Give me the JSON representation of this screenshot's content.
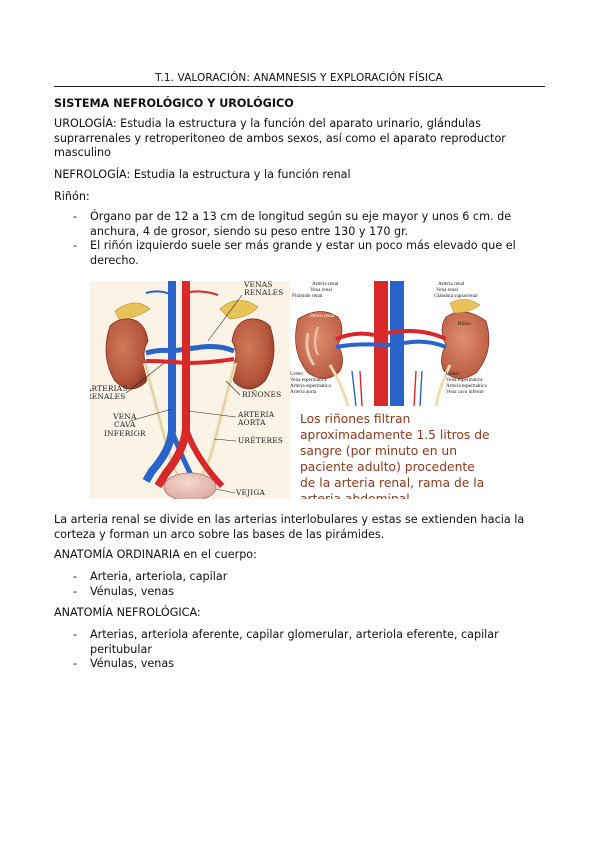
{
  "header": {
    "title": "T.1. VALORACIÓN: ANAMNESIS Y EXPLORACIÓN FÍSICA"
  },
  "section_title": "SISTEMA NEFROLÓGICO Y UROLÓGICO",
  "urologia": {
    "line1": "UROLOGÍA: Estudia la estructura y la función del aparato urinario, glándulas",
    "line2": "suprarrenales y retroperitoneo de ambos sexos, así como el aparato reproductor",
    "line3": "masculino"
  },
  "nefrologia": "NEFROLOGÍA: Estudia la estructura y la función renal",
  "rinon_label": "Riñón:",
  "rinon_items": [
    {
      "line1": "Órgano par de 12 a 13 cm de longitud según su eje mayor y unos 6 cm. de",
      "line2": "anchura, 4 de grosor, siendo su peso entre 130 y 170 gr."
    },
    {
      "line1": "El riñón izquierdo suele ser más grande y estar un poco más elevado que el",
      "line2": "derecho."
    }
  ],
  "figure_left": {
    "labels": {
      "venas_renales_1": "VENAS",
      "venas_renales_2": "RENALES",
      "arterias_renales_1": "ARTERIAS",
      "arterias_renales_2": "RENALES",
      "rinones": "RIÑONES",
      "vena_cava_1": "VENA",
      "vena_cava_2": "CAVA",
      "vena_cava_3": "INFERIOR",
      "arteria_aorta_1": "ARTERIA",
      "arteria_aorta_2": "AORTA",
      "ureteres": "URÉTERES",
      "vejiga": "VEJIGA"
    }
  },
  "figure_right": {
    "labels": {
      "arteria_renal_l": "Arteria renal",
      "vena_renal_l": "Vena renal",
      "pirámide": "Pirámide renal",
      "pelvis_renal": "Pelvis renal",
      "arteria_renal_r": "Arteria renal",
      "vena_renal_r": "Vena renal",
      "glandula": "Glándula suprarrenal",
      "rinon": "Riñón",
      "ureter_l": "Uréter",
      "vena_esp_l": "Vena espermática",
      "arteria_esp_l": "Arteria espermática",
      "arteria_aorta": "Arteria aorta",
      "ureter_r": "Uréter",
      "vena_esp_r": "Vena espermática",
      "arteria_esp_r": "Arteria espermática",
      "vena_cava": "Vena cava inferior"
    },
    "caption": [
      "Los riñones filtran",
      "aproximadamente 1.5 litros de",
      "sangre (por minuto en un",
      "paciente adulto) procedente",
      "de la arteria renal, rama de la",
      "arteria abdominal"
    ]
  },
  "arteria_renal_para": {
    "line1": "La arteria renal se divide en las arterias interlobulares y estas se extienden hacia la",
    "line2": "corteza y forman un arco sobre las bases de las pirámides."
  },
  "anatomia_ordinaria": {
    "title": "ANATOMÍA ORDINARIA en el cuerpo:",
    "items": [
      "Arteria, arteriola, capilar",
      "Vénulas, venas"
    ]
  },
  "anatomia_nefrologica": {
    "title": "ANATOMÍA NEFROLÓGICA:",
    "item1_line1": "Arterias, arteriola aferente, capilar glomerular, arteriola eferente, capilar",
    "item1_line2": "peritubular",
    "item2": "Vénulas, venas"
  },
  "colors": {
    "artery": "#d8282a",
    "vein": "#2a63c9",
    "kidney": "#b5553a",
    "caption": "#8a3a1c"
  }
}
